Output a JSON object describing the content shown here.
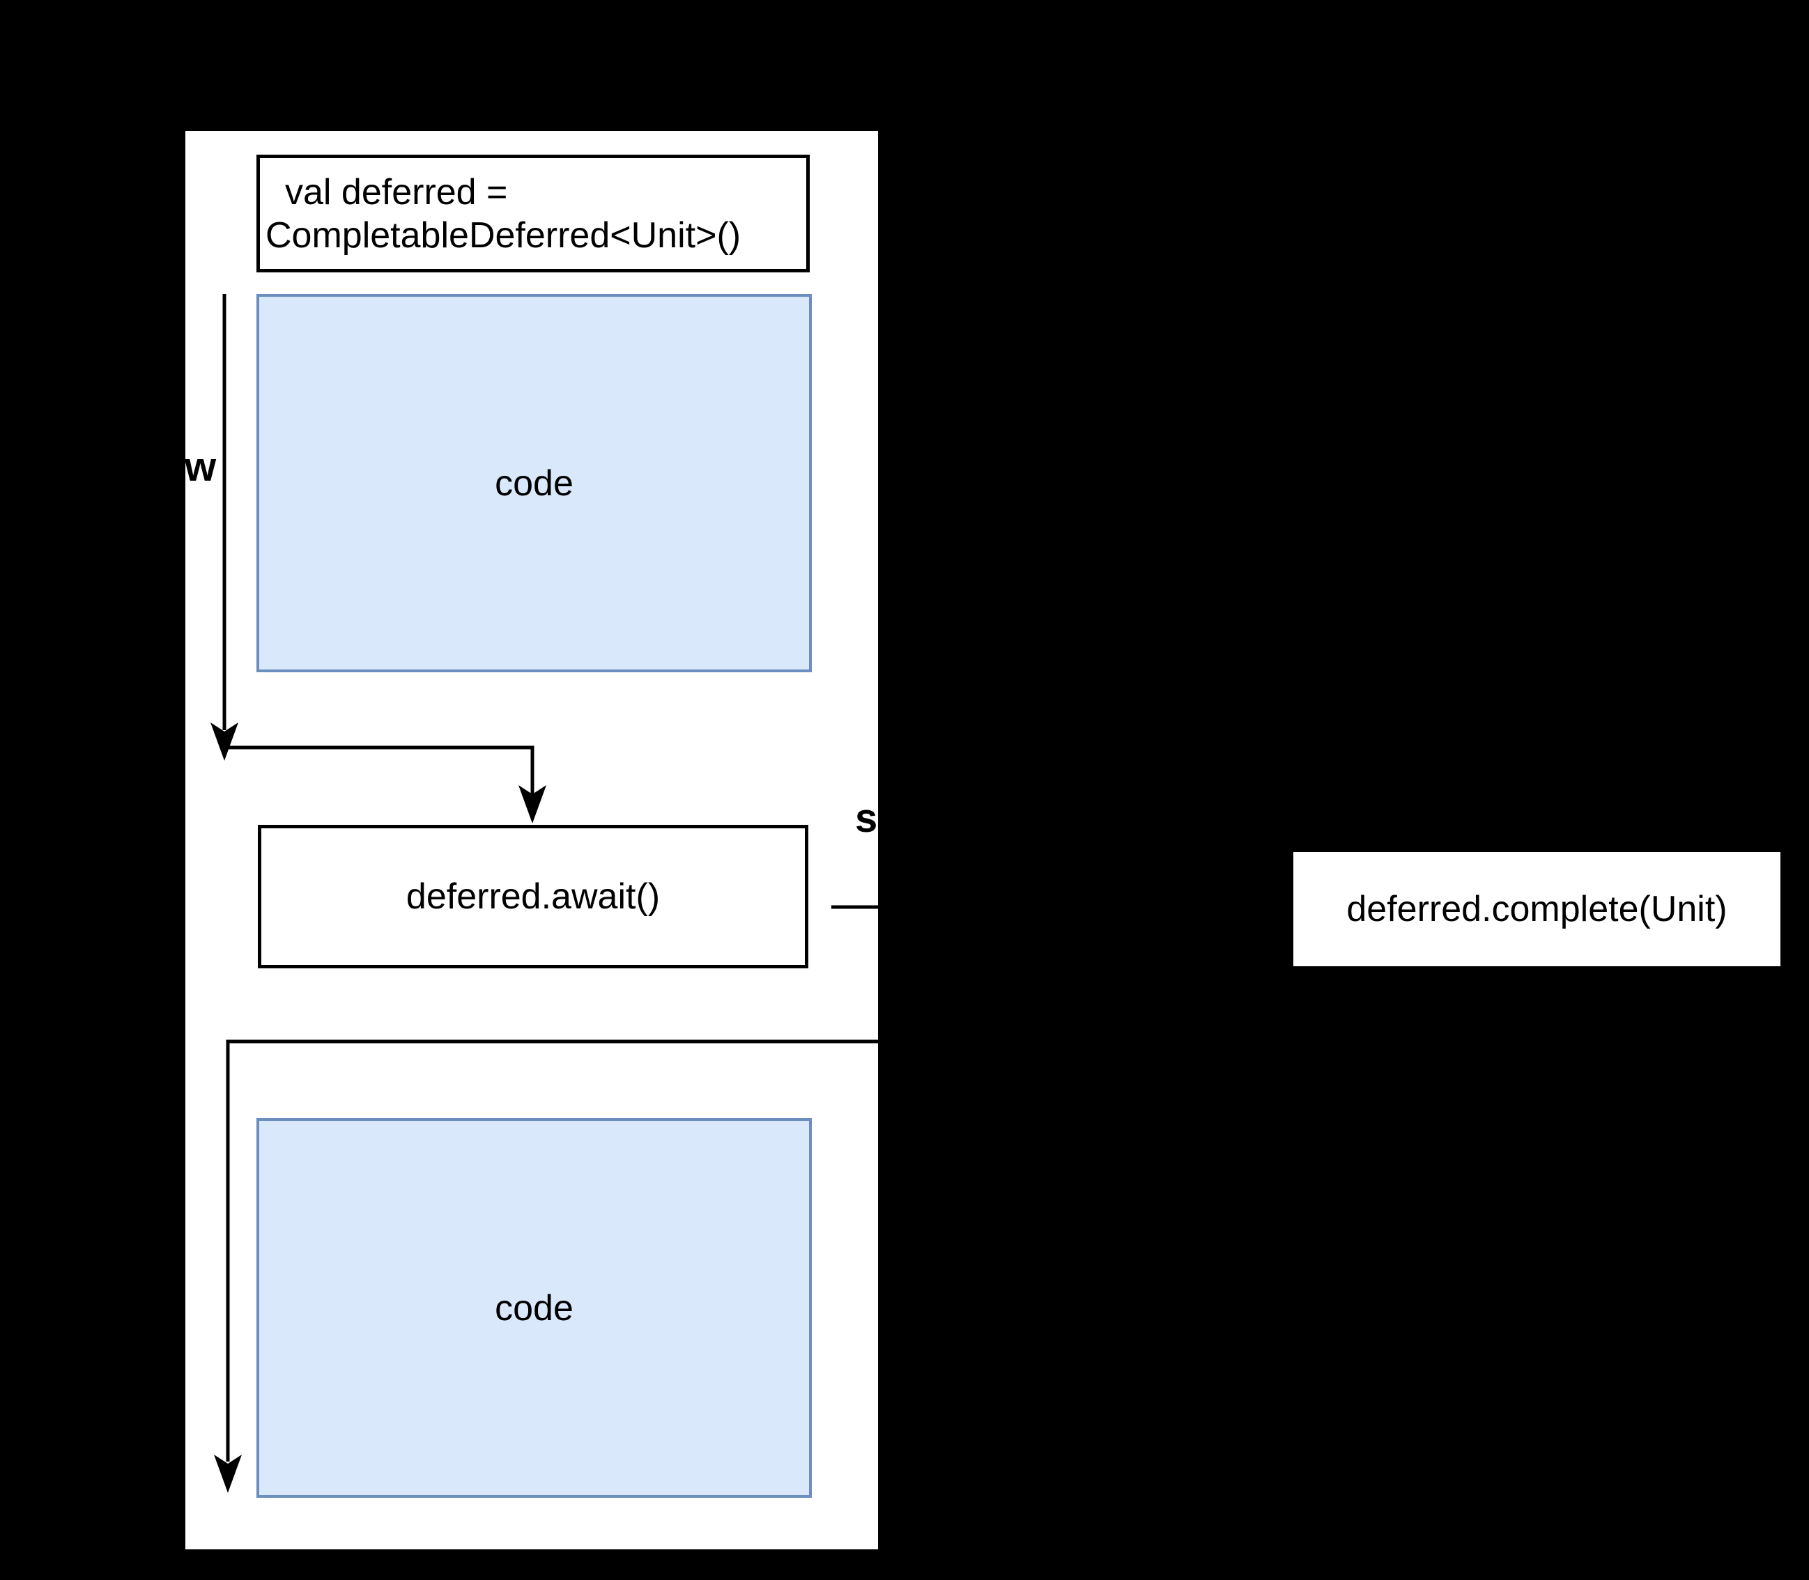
{
  "colors": {
    "background": "#000000",
    "lane_fill": "#ffffff",
    "code_fill": "#dae8fc",
    "code_stroke": "#6c8ebf",
    "box_stroke": "#000000",
    "text": "#000000"
  },
  "declaration_box": {
    "line1": "val deferred =",
    "line2": "CompletableDeferred<Unit>()"
  },
  "code_box_top": {
    "label": "code"
  },
  "await_box": {
    "label": "deferred.await()"
  },
  "code_box_bottom": {
    "label": "code"
  },
  "complete_box": {
    "label": "deferred.complete(Unit)"
  },
  "edge_labels": {
    "left": "w",
    "right": "s"
  }
}
